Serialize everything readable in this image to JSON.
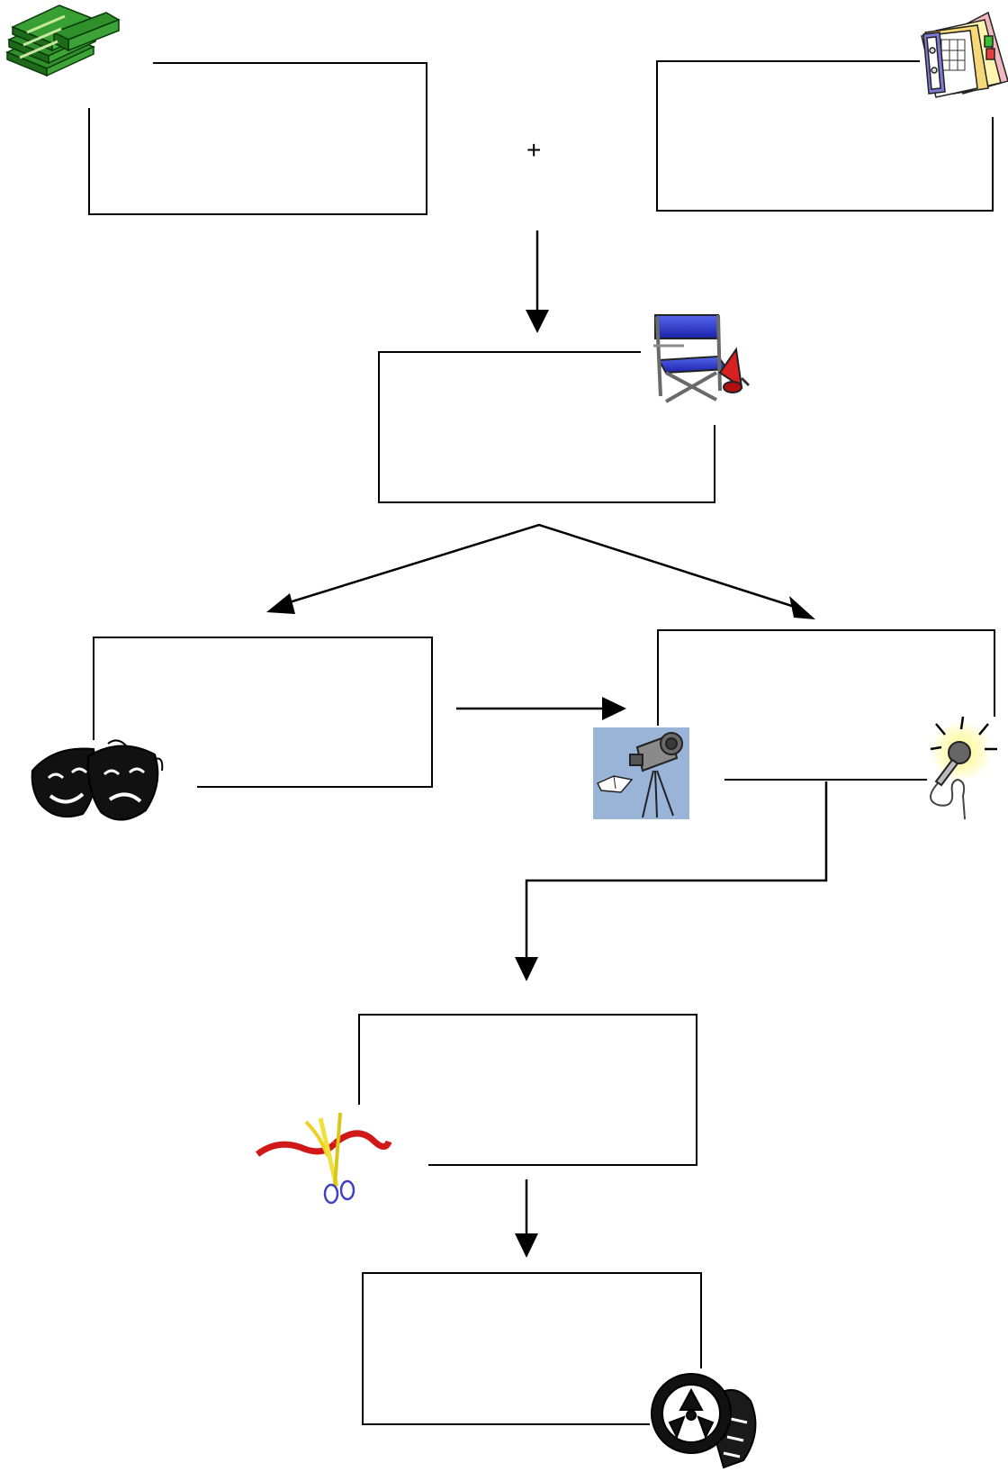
{
  "diagram": {
    "combine_symbol": "+",
    "boxes": [
      {
        "id": "funding",
        "icon": "money-stack-icon",
        "text": ""
      },
      {
        "id": "script",
        "icon": "script-notebook-icon",
        "text": ""
      },
      {
        "id": "director",
        "icon": "director-chair-icon",
        "text": ""
      },
      {
        "id": "actors",
        "icon": "theater-masks-icon",
        "text": ""
      },
      {
        "id": "filming",
        "icon": "video-camera-icon",
        "text": ""
      },
      {
        "id": "editing",
        "icon": "scissors-ribbon-icon",
        "text": ""
      },
      {
        "id": "film",
        "icon": "film-reel-icon",
        "text": ""
      }
    ],
    "extra_icons": [
      "microphone-icon"
    ]
  }
}
